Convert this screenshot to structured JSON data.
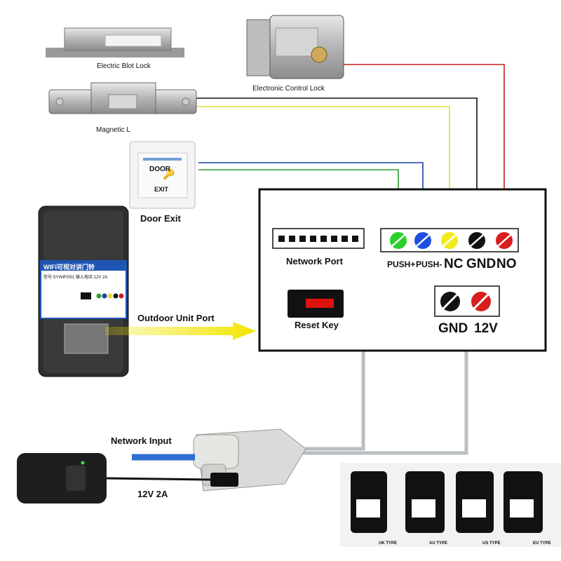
{
  "devices": {
    "electric_bolt_lock": "Electric Blot Lock",
    "electronic_control_lock": "Electronic Control Lock",
    "magnetic_lock": "Magnetic L",
    "door_exit": "Door Exit",
    "door_exit_button_top": "DOOR",
    "door_exit_button_bottom": "EXIT"
  },
  "panel": {
    "network_port": "Network Port",
    "reset_key": "Reset Key",
    "terminals": [
      "PUSH+",
      "PUSH-",
      "NC",
      "GND",
      "NO"
    ],
    "power_terminals": [
      "GND",
      "12V"
    ]
  },
  "outdoor_unit": {
    "label_title": "WIFI可视对讲门铃",
    "label_line2": "型号:SYWIFI001   输入电压:12V 2A",
    "port_label": "Outdoor Unit Port"
  },
  "inputs": {
    "network_input": "Network Input",
    "power_input": "12V 2A"
  },
  "plugs": [
    "UK TYPE",
    "AU TYPE",
    "US TYPE",
    "EU TYPE"
  ],
  "colors": {
    "green_wire": "#2e9b2e",
    "blue_wire": "#1a3fa8",
    "yellow_wire": "#e5dc3c",
    "black_wire": "#111111",
    "red_wire": "#c81e1e",
    "grey_cable": "#b9bec0",
    "arrow_yellow": "#f2e600"
  }
}
